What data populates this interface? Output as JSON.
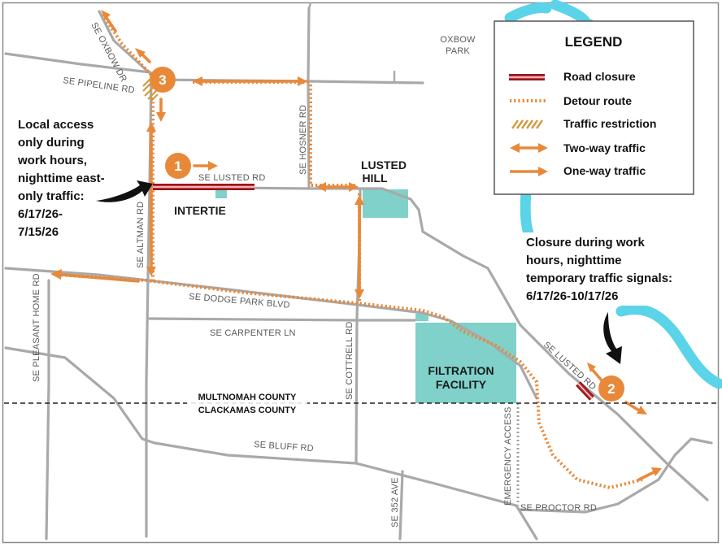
{
  "legend": {
    "title": "LEGEND",
    "items": [
      {
        "label": "Road closure",
        "symbol": "road-closure"
      },
      {
        "label": "Detour route",
        "symbol": "detour-route"
      },
      {
        "label": "Traffic restriction",
        "symbol": "traffic-restriction"
      },
      {
        "label": "Two-way traffic",
        "symbol": "two-way-arrow"
      },
      {
        "label": "One-way traffic",
        "symbol": "one-way-arrow"
      }
    ]
  },
  "roads": {
    "oxbow": "SE OXBOW DR",
    "pipeline": "SE PIPELINE RD",
    "hosner": "SE HOSNER RD",
    "lusted": "SE LUSTED RD",
    "lusted_east": "SE LUSTED RD",
    "altman": "SE ALTMAN RD",
    "pleasant_home": "SE PLEASANT HOME RD",
    "dodge_park": "SE DODGE PARK BLVD",
    "carpenter": "SE CARPENTER LN",
    "cottrell": "SE COTTRELL RD",
    "bluff": "SE BLUFF RD",
    "ave352": "SE 352 AVE",
    "proctor": "SE PROCTOR RD",
    "emergency": "EMERGENCY ACCESS"
  },
  "places": {
    "oxbow_park": [
      "OXBOW",
      "PARK"
    ],
    "lusted_hill": [
      "LUSTED",
      "HILL"
    ],
    "intertie": "INTERTIE",
    "filtration": [
      "FILTRATION",
      "FACILITY"
    ]
  },
  "county_line": {
    "north": "MULTNOMAH COUNTY",
    "south": "CLACKAMAS COUNTY"
  },
  "markers": [
    {
      "number": "1"
    },
    {
      "number": "2"
    },
    {
      "number": "3"
    }
  ],
  "notes": {
    "left": [
      "Local access",
      "only during",
      "work hours,",
      "nighttime east-",
      "only traffic:",
      "6/17/26-",
      "7/15/26"
    ],
    "right": [
      "Closure during work",
      "hours, nighttime",
      "temporary traffic signals:",
      "6/17/26-10/17/26"
    ]
  },
  "colors": {
    "detour": "#e8893a",
    "closure": "#c62828",
    "facility": "#7fd1c9",
    "river": "#5bd3e8",
    "road": "#a9a9a9"
  }
}
